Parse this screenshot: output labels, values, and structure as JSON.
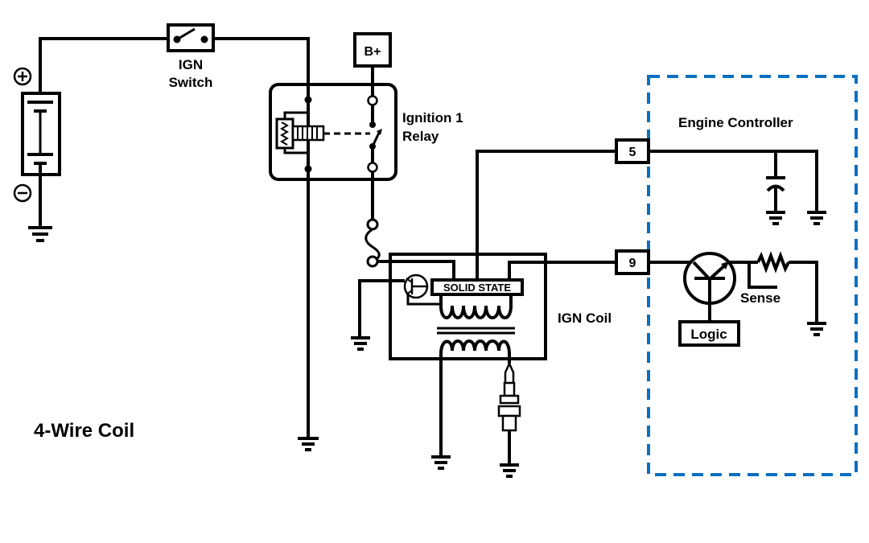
{
  "diagram": {
    "title": "4-Wire Coil",
    "labels": {
      "ign_switch_line1": "IGN",
      "ign_switch_line2": "Switch",
      "b_plus": "B+",
      "relay_line1": "Ignition 1",
      "relay_line2": "Relay",
      "solid_state": "SOLID STATE",
      "ign_coil": "IGN Coil",
      "engine_controller": "Engine Controller",
      "pin_5": "5",
      "pin_9": "9",
      "sense": "Sense",
      "logic": "Logic",
      "battery_plus": "+",
      "battery_minus": "−"
    },
    "colors": {
      "wire": "#000000",
      "controller_border": "#0a6fc2"
    }
  }
}
